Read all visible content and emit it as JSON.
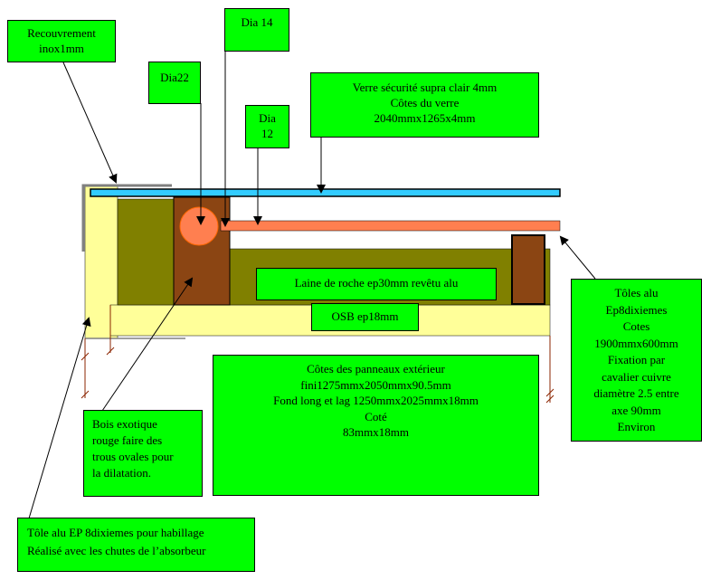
{
  "labels": {
    "recouvrement": "Recouvrement\ninox1mm",
    "dia14": "Dia 14",
    "dia22": "Dia22",
    "dia12": "Dia\n12",
    "verre": "Verre sécurité supra clair 4mm\nCôtes du verre\n2040mmx1265x4mm",
    "laine": "Laine de roche ep30mm revêtu alu",
    "osb": "OSB ep18mm",
    "toles": "Tôles alu\nEp8dixiemes\nCotes\n1900mmx600mm\nFixation par\ncavalier cuivre\ndiamètre 2.5 entre\naxe 90mm\nEnviron",
    "cotes_panneaux": "Côtes des panneaux  extérieur\nfini1275mmx2050mmx90.5mm\nFond long et lag 1250mmx2025mmx18mm\nCoté\n83mmx18mm",
    "bois": "Bois exotique\nrouge  faire des\ntrous ovales pour\nla dilatation.",
    "tole_habillage": "Tôle alu EP 8dixiemes pour habillage\nRéalisé avec les chutes de l’absorbeur"
  },
  "colors": {
    "label_bg": "#00ff00",
    "glass": "#33ccff",
    "absorber": "#ff7f50",
    "wood": "#8b4513",
    "olive": "#808000",
    "panel": "#ffff99",
    "steel": "#808080"
  }
}
